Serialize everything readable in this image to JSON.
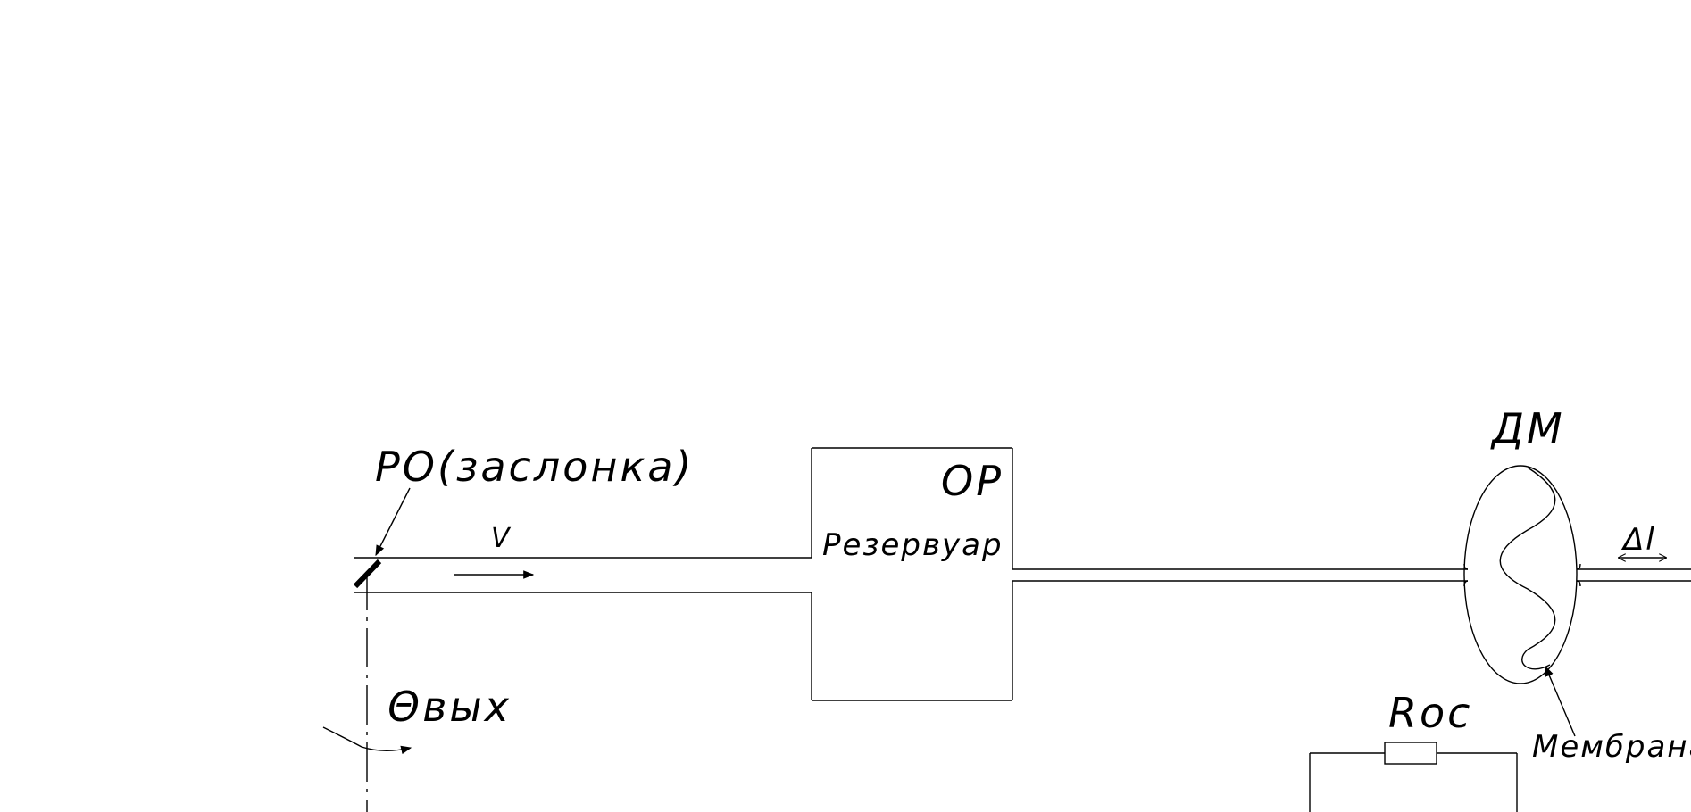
{
  "diagram": {
    "labels": {
      "regulator": "РО(заслонка)",
      "velocity": "V",
      "object": "ОР",
      "reservoir": "Резервуар",
      "output_angle": "Θвых",
      "pressure_gauge": "ДМ",
      "delta_l": "Δl",
      "resistor": "Roc",
      "membrane": "Мембрана"
    }
  }
}
